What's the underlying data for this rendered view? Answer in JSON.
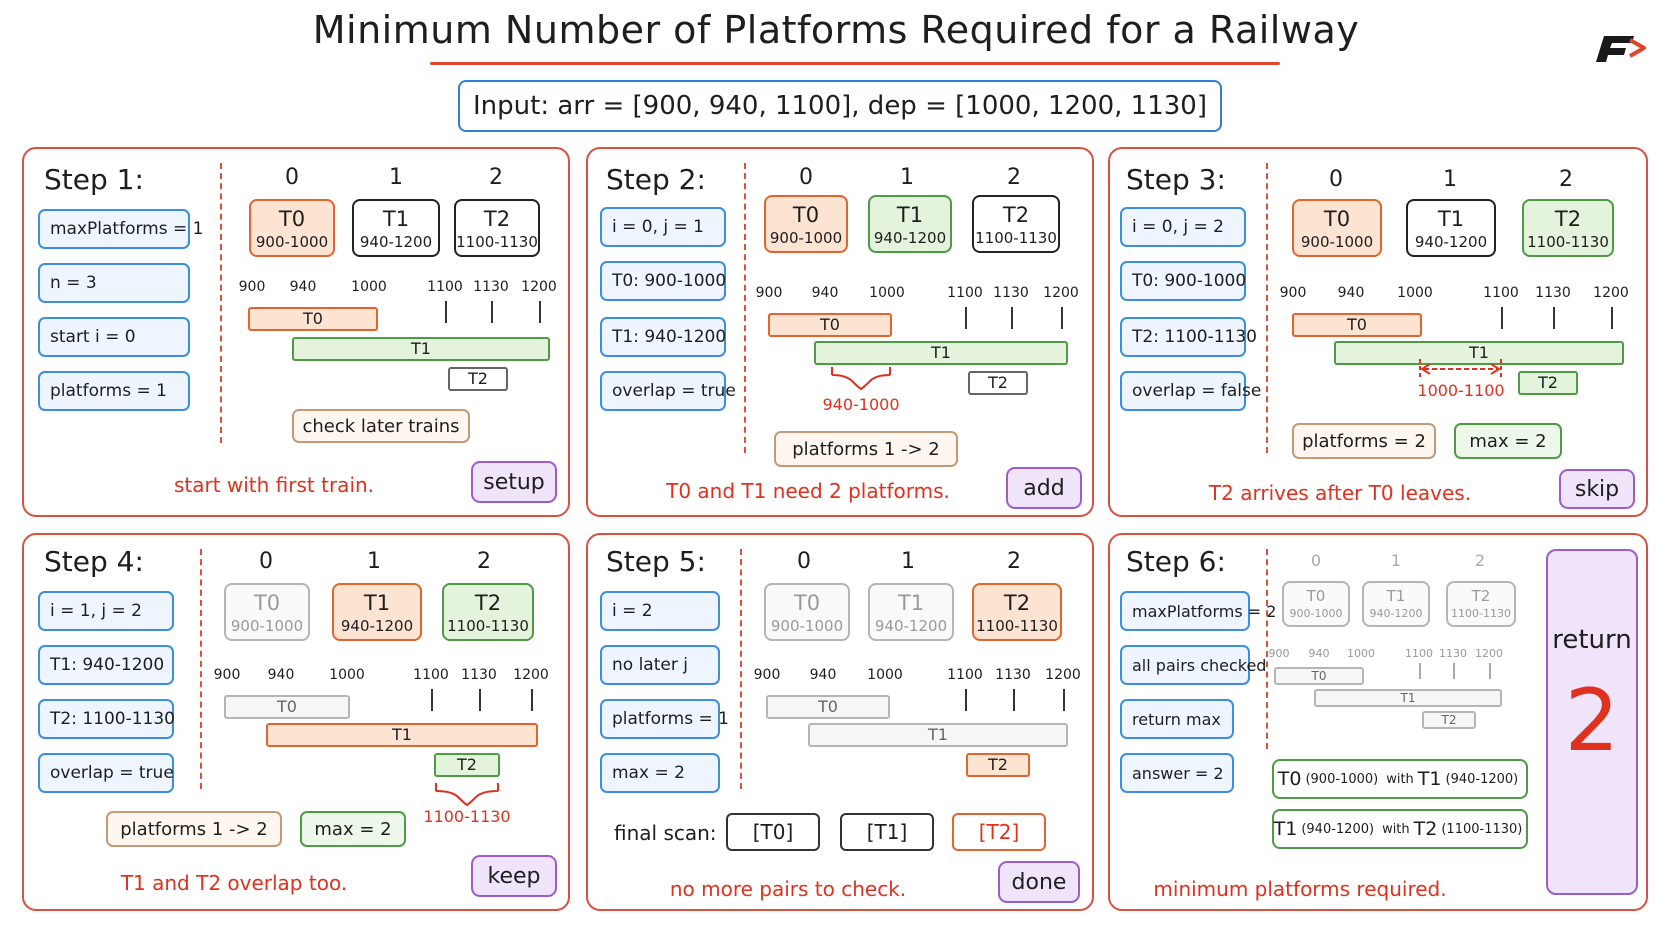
{
  "title": "Minimum Number of Platforms Required for a Railway",
  "input": "Input:  arr = [900, 940, 1100], dep = [1000, 1200, 1130]",
  "indices": [
    "0",
    "1",
    "2"
  ],
  "trains": {
    "t0": {
      "name": "T0",
      "range": "900-1000"
    },
    "t1": {
      "name": "T1",
      "range": "940-1200"
    },
    "t2": {
      "name": "T2",
      "range": "1100-1130"
    }
  },
  "ticks": [
    "900",
    "940",
    "1000",
    "1100",
    "1130",
    "1200"
  ],
  "colors": {
    "accent_red": "#e0311e",
    "orange": "#e0652f",
    "green": "#4e9a45",
    "blue": "#3d8de0",
    "purple": "#9a5cd0"
  },
  "step1": {
    "title": "Step 1:",
    "vars": [
      "maxPlatforms = 1",
      "n = 3",
      "start i = 0",
      "platforms = 1"
    ],
    "note": "check later trains",
    "caption": "start with first train.",
    "tag": "setup"
  },
  "step2": {
    "title": "Step 2:",
    "vars": [
      "i = 0, j = 1",
      "T0:  900-1000",
      "T1:  940-1200",
      "overlap = true"
    ],
    "range": "940-1000",
    "note": "platforms  1  ->  2",
    "caption": "T0 and T1 need 2 platforms.",
    "tag": "add"
  },
  "step3": {
    "title": "Step 3:",
    "vars": [
      "i = 0, j = 2",
      "T0:  900-1000",
      "T2:  1100-1130",
      "overlap = false"
    ],
    "range": "1000-1100",
    "note1": "platforms  =  2",
    "note2": "max  =  2",
    "caption": "T2 arrives after T0 leaves.",
    "tag": "skip"
  },
  "step4": {
    "title": "Step 4:",
    "vars": [
      "i = 1, j = 2",
      "T1:  940-1200",
      "T2:  1100-1130",
      "overlap = true"
    ],
    "range": "1100-1130",
    "note1": "platforms  1  ->  2",
    "note2": "max  =  2",
    "caption": "T1 and T2 overlap too.",
    "tag": "keep"
  },
  "step5": {
    "title": "Step 5:",
    "vars": [
      "i = 2",
      "no later j",
      "platforms = 1",
      "max = 2"
    ],
    "scan_label": "final scan:",
    "scan": [
      "[T0]",
      "[T1]",
      "[T2]"
    ],
    "caption": "no more pairs to check.",
    "tag": "done"
  },
  "step6": {
    "title": "Step 6:",
    "vars": [
      "maxPlatforms = 2",
      "all pairs checked",
      "return max",
      "answer = 2"
    ],
    "pair1": {
      "a": "T0",
      "ar": "(900-1000)",
      "w": "with",
      "b": "T1",
      "br": "(940-1200)"
    },
    "pair2": {
      "a": "T1",
      "ar": "(940-1200)",
      "w": "with",
      "b": "T2",
      "br": "(1100-1130)"
    },
    "caption": "minimum platforms required.",
    "return_label": "return",
    "return_value": "2"
  }
}
